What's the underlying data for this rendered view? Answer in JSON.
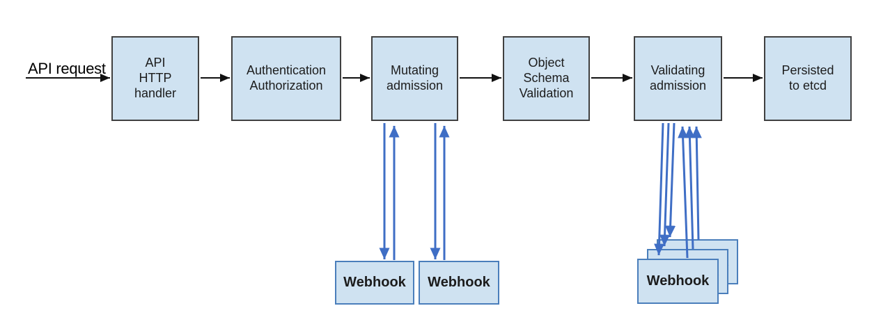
{
  "diagram": {
    "input_label": "API request",
    "nodes": [
      {
        "id": "api-http-handler",
        "label": "API\nHTTP\nhandler"
      },
      {
        "id": "authn-authz",
        "label": "Authentication\nAuthorization"
      },
      {
        "id": "mutating-admission",
        "label": "Mutating\nadmission"
      },
      {
        "id": "object-schema-validation",
        "label": "Object\nSchema\nValidation"
      },
      {
        "id": "validating-admission",
        "label": "Validating\nadmission"
      },
      {
        "id": "persisted-to-etcd",
        "label": "Persisted\nto etcd"
      }
    ],
    "webhooks": {
      "mutating": [
        "Webhook",
        "Webhook"
      ],
      "validating": [
        "Webhook",
        "Webhook",
        "Webhook"
      ]
    }
  },
  "colors": {
    "box-fill": "#cfe2f1",
    "box-border": "#404040",
    "webhook-border": "#4a7ebb",
    "arrow-blue": "#3f6ec5",
    "arrow-black": "#111111"
  }
}
